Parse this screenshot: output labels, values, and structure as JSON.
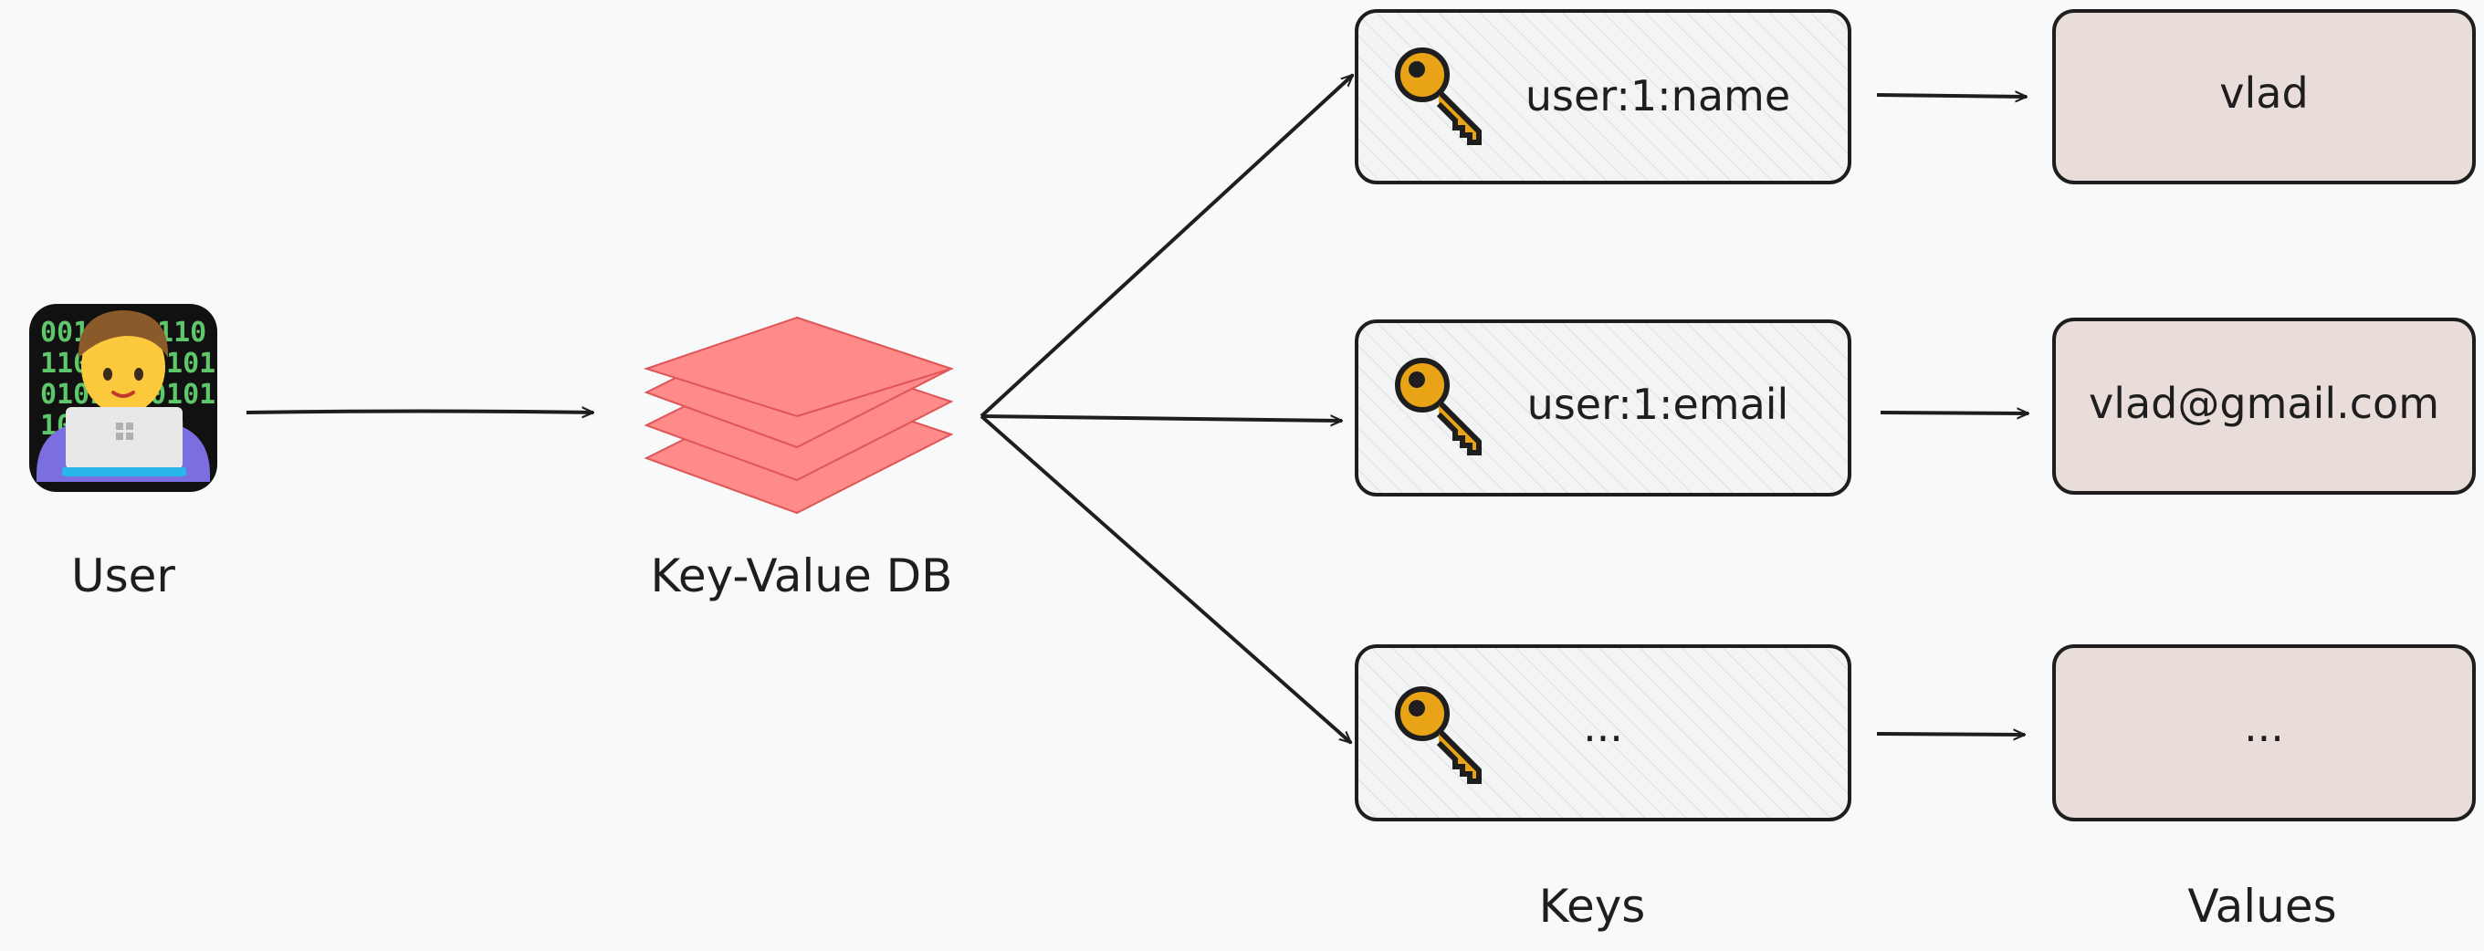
{
  "diagram": {
    "user_label": "User",
    "db_label": "Key-Value DB",
    "keys_label": "Keys",
    "values_label": "Values",
    "rows": [
      {
        "key": "user:1:name",
        "value": "vlad"
      },
      {
        "key": "user:1:email",
        "value": "vlad@gmail.com"
      },
      {
        "key": "...",
        "value": "..."
      }
    ]
  },
  "colors": {
    "background": "#f8f9fa",
    "stroke": "#1e1e1e",
    "db_layer_fill": "#ff8a8a",
    "db_layer_stroke": "#e05656",
    "key_box_fill": "#f3f4f5",
    "value_box_fill": "#e8ddd8",
    "key_icon": "#e8a317"
  },
  "icons": {
    "user": "technologist-icon",
    "db": "stacked-layers-icon",
    "key": "key-icon"
  }
}
